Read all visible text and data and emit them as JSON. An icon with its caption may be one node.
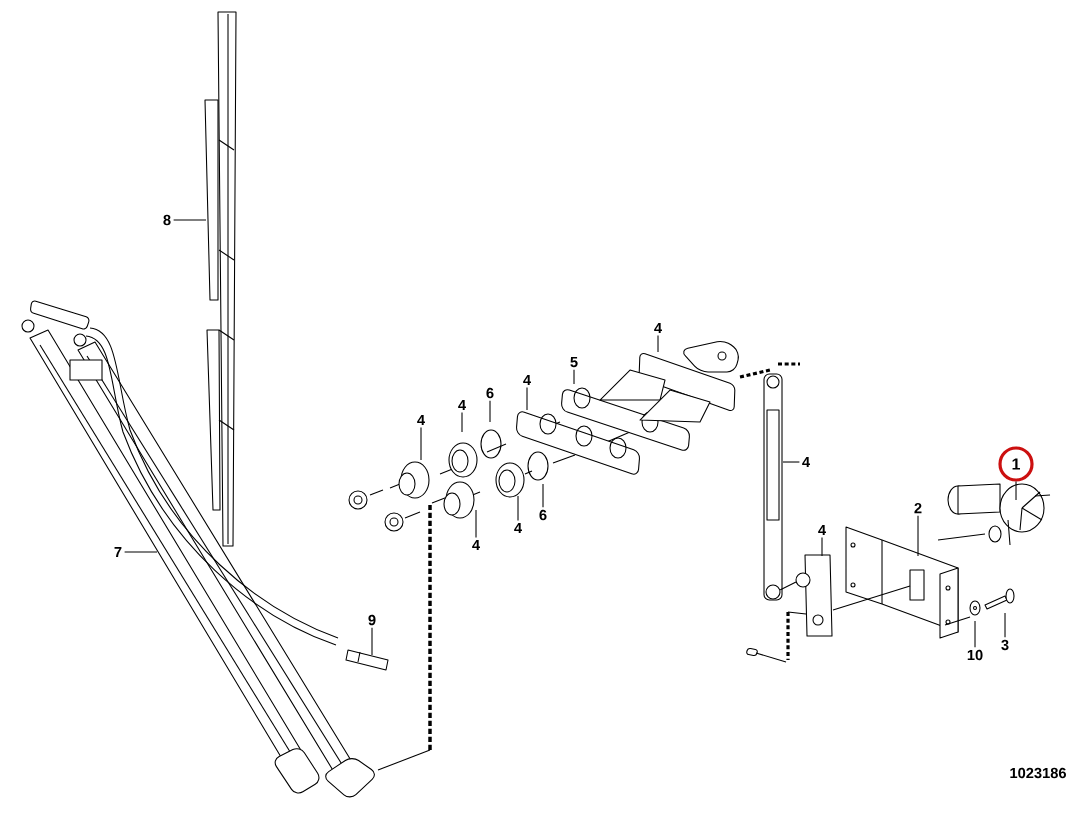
{
  "diagram": {
    "nodes": [
      {
        "text": [
          "8"
        ]
      },
      {
        "text": [
          "4"
        ]
      },
      {
        "text": [
          "5"
        ]
      },
      {
        "text": [
          "4"
        ]
      },
      {
        "text": [
          "6"
        ]
      },
      {
        "text": [
          "4"
        ]
      },
      {
        "text": [
          "4"
        ]
      },
      {
        "text": [
          "4"
        ]
      },
      {
        "text": [
          "1"
        ]
      },
      {
        "text": [
          "2"
        ]
      },
      {
        "text": [
          "4"
        ]
      },
      {
        "text": [
          "6"
        ]
      },
      {
        "text": [
          "4"
        ]
      },
      {
        "text": [
          "4"
        ]
      },
      {
        "text": [
          "7"
        ]
      },
      {
        "text": [
          "9"
        ]
      },
      {
        "text": [
          "3"
        ]
      },
      {
        "text": [
          "10"
        ]
      }
    ],
    "edges": [
      {
        "from": 0,
        "to": null,
        "arrow": "none"
      },
      {
        "from": 1,
        "to": null,
        "arrow": "none"
      },
      {
        "from": 2,
        "to": null,
        "arrow": "none"
      },
      {
        "from": 3,
        "to": null,
        "arrow": "none"
      },
      {
        "from": 4,
        "to": null,
        "arrow": "none"
      },
      {
        "from": 5,
        "to": null,
        "arrow": "none"
      },
      {
        "from": 6,
        "to": null,
        "arrow": "none"
      },
      {
        "from": 7,
        "to": null,
        "arrow": "none"
      },
      {
        "from": 8,
        "to": null,
        "arrow": "none"
      },
      {
        "from": 9,
        "to": null,
        "arrow": "none"
      },
      {
        "from": 10,
        "to": null,
        "arrow": "none"
      },
      {
        "from": 11,
        "to": null,
        "arrow": "none"
      },
      {
        "from": 12,
        "to": null,
        "arrow": "none"
      },
      {
        "from": 13,
        "to": null,
        "arrow": "none"
      },
      {
        "from": 14,
        "to": null,
        "arrow": "none"
      },
      {
        "from": 15,
        "to": null,
        "arrow": "none"
      },
      {
        "from": 16,
        "to": null,
        "arrow": "none"
      },
      {
        "from": 17,
        "to": null,
        "arrow": "none"
      }
    ],
    "labels": [
      "1023186"
    ]
  }
}
